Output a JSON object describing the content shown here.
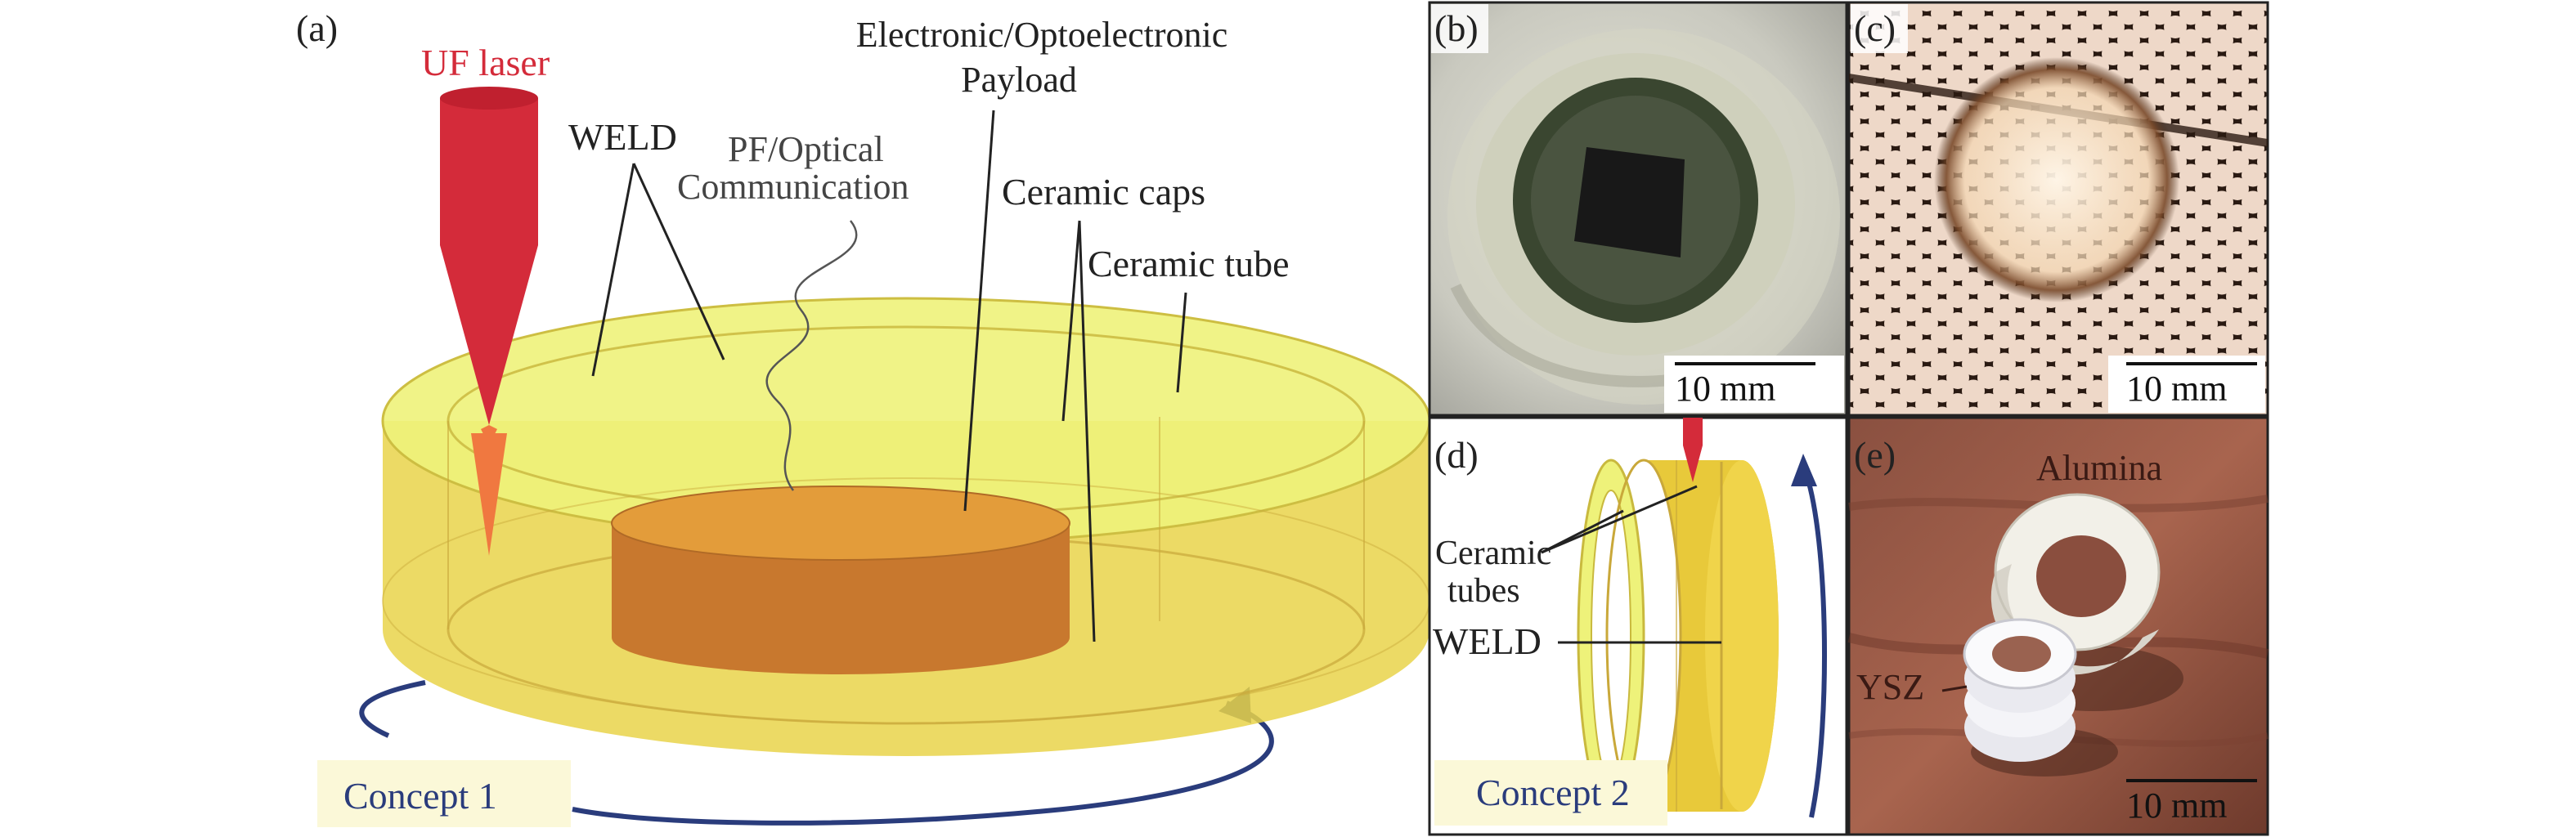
{
  "panel_a": {
    "label": "(a)",
    "laser": "UF laser",
    "weld": "WELD",
    "pf_line1": "PF/Optical",
    "pf_line2": "Communication",
    "payload_line1": "Electronic/Optoelectronic",
    "payload_line2": "Payload",
    "caps": "Ceramic caps",
    "tube": "Ceramic tube",
    "concept": "Concept 1"
  },
  "panel_b": {
    "label": "(b)",
    "scale": "10 mm"
  },
  "panel_c": {
    "label": "(c)",
    "scale": "10 mm"
  },
  "panel_d": {
    "label": "(d)",
    "tubes_line1": "Ceramic",
    "tubes_line2": "tubes",
    "weld": "WELD",
    "concept": "Concept 2"
  },
  "panel_e": {
    "label": "(e)",
    "alumina": "Alumina",
    "ysz": "YSZ",
    "scale": "10 mm"
  },
  "colors": {
    "laser": "#d42b3a",
    "laser_tip": "#f07840",
    "ceramic": "#efe464",
    "ceramic_side": "#e8d048",
    "payload": "#c87a2c",
    "arrow": "#2a3c7c",
    "concept_box": "#fbf8d8",
    "laser_text": "#d42b3a"
  }
}
